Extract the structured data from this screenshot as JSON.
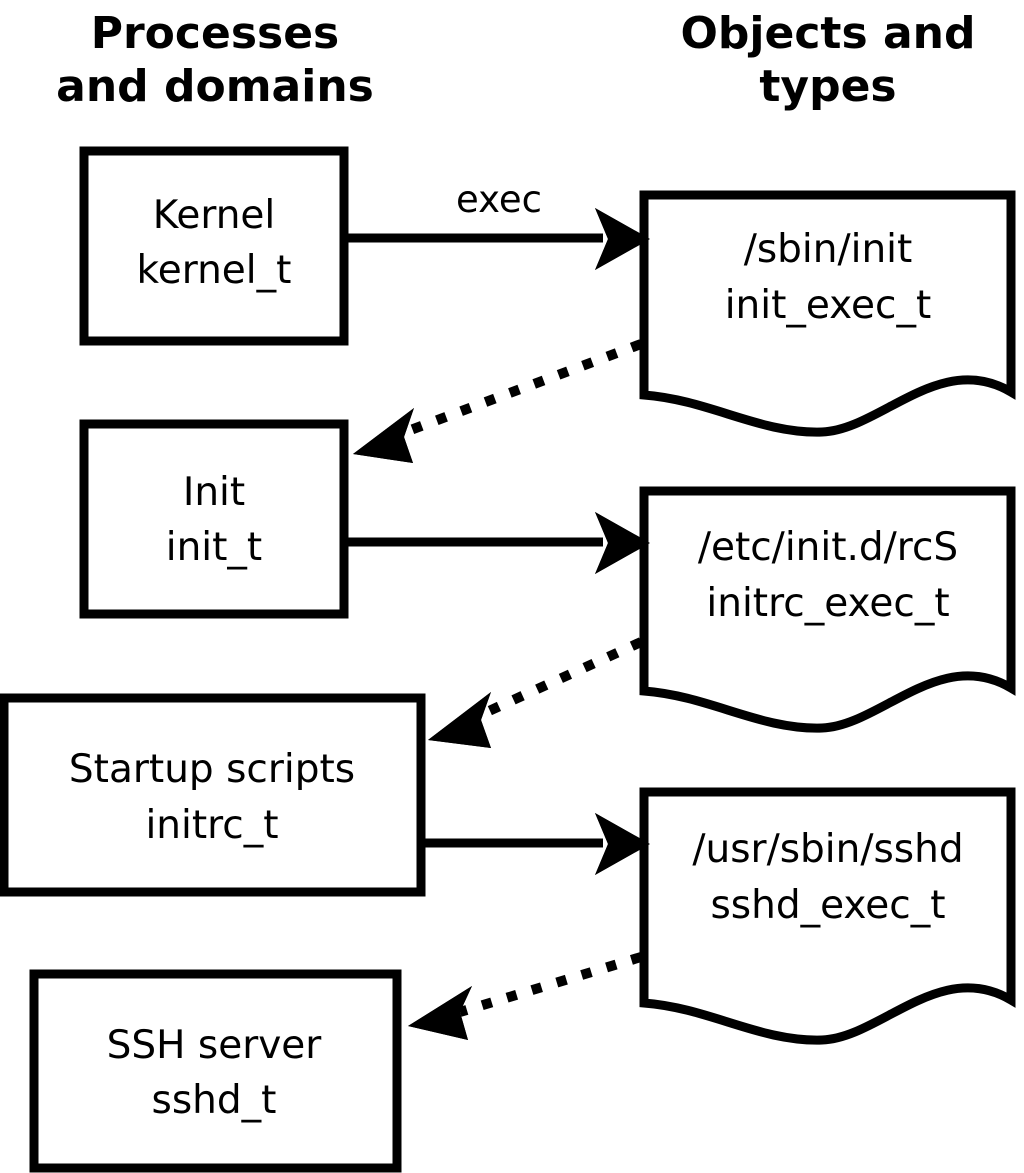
{
  "diagram": {
    "title": "SELinux process domains and object types transition diagram",
    "background_color": "#ffffff",
    "stroke_color": "#000000",
    "columns": [
      {
        "id": "left",
        "header_line1": "Processes",
        "header_line2": "and domains"
      },
      {
        "id": "right",
        "header_line1": "Objects and",
        "header_line2": "types"
      }
    ],
    "process_nodes": [
      {
        "id": "kernel",
        "line1": "Kernel",
        "line2": "kernel_t"
      },
      {
        "id": "init",
        "line1": "Init",
        "line2": "init_t"
      },
      {
        "id": "initrc",
        "line1": "Startup scripts",
        "line2": "initrc_t"
      },
      {
        "id": "sshd",
        "line1": "SSH server",
        "line2": "sshd_t"
      }
    ],
    "object_nodes": [
      {
        "id": "init_exec",
        "line1": "/sbin/init",
        "line2": "init_exec_t"
      },
      {
        "id": "initrc_exec",
        "line1": "/etc/init.d/rcS",
        "line2": "initrc_exec_t"
      },
      {
        "id": "sshd_exec",
        "line1": "/usr/sbin/sshd",
        "line2": "sshd_exec_t"
      }
    ],
    "edges": [
      {
        "id": "kernel-exec-init",
        "from": "kernel",
        "to": "init_exec",
        "style": "solid",
        "label": "exec"
      },
      {
        "id": "initexec-becomes-init",
        "from": "init_exec",
        "to": "init",
        "style": "dotted",
        "label": ""
      },
      {
        "id": "init-exec-initrc",
        "from": "init",
        "to": "initrc_exec",
        "style": "solid",
        "label": ""
      },
      {
        "id": "initrcexec-becomes-initrc",
        "from": "initrc_exec",
        "to": "initrc",
        "style": "dotted",
        "label": ""
      },
      {
        "id": "initrc-exec-sshd",
        "from": "initrc",
        "to": "sshd_exec",
        "style": "solid",
        "label": ""
      },
      {
        "id": "sshdexec-becomes-sshd",
        "from": "sshd_exec",
        "to": "sshd",
        "style": "dotted",
        "label": ""
      }
    ]
  }
}
